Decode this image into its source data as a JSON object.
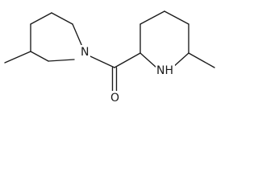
{
  "molecule": {
    "atoms": {
      "ring1_n": "N",
      "carbonyl_o": "O",
      "ring2_nh": "NH"
    }
  }
}
